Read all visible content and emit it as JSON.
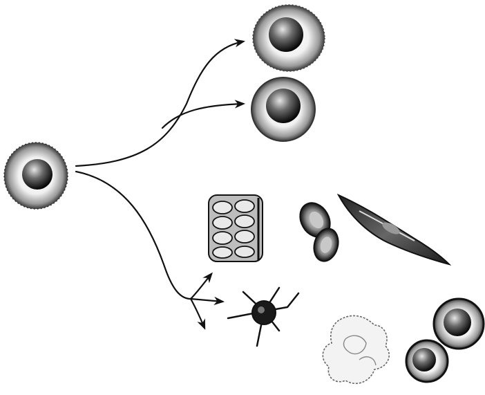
{
  "diagram": {
    "nodes": [
      {
        "id": "stem-cell",
        "icon": "round-cell-icon"
      },
      {
        "id": "daughter-cell-top",
        "icon": "round-cell-icon"
      },
      {
        "id": "daughter-cell-middle",
        "icon": "round-cell-icon"
      },
      {
        "id": "muscle-cell",
        "icon": "striated-muscle-block-icon"
      },
      {
        "id": "red-blood-cells",
        "icon": "red-blood-cell-pair-icon"
      },
      {
        "id": "smooth-muscle-cell",
        "icon": "spindle-cell-icon"
      },
      {
        "id": "nerve-cell",
        "icon": "neuron-icon"
      },
      {
        "id": "connective-tissue",
        "icon": "irregular-tissue-icon"
      },
      {
        "id": "white-blood-cells",
        "icon": "white-blood-cell-pair-icon"
      }
    ],
    "edges": [
      {
        "from": "stem-cell",
        "to": "daughter-cell-top"
      },
      {
        "from": "stem-cell",
        "to": "daughter-cell-middle"
      },
      {
        "from": "stem-cell",
        "to": "differentiated-cells"
      }
    ],
    "colors": {
      "ink": "#111111",
      "paper": "#ffffff",
      "shade": "#777777"
    }
  }
}
